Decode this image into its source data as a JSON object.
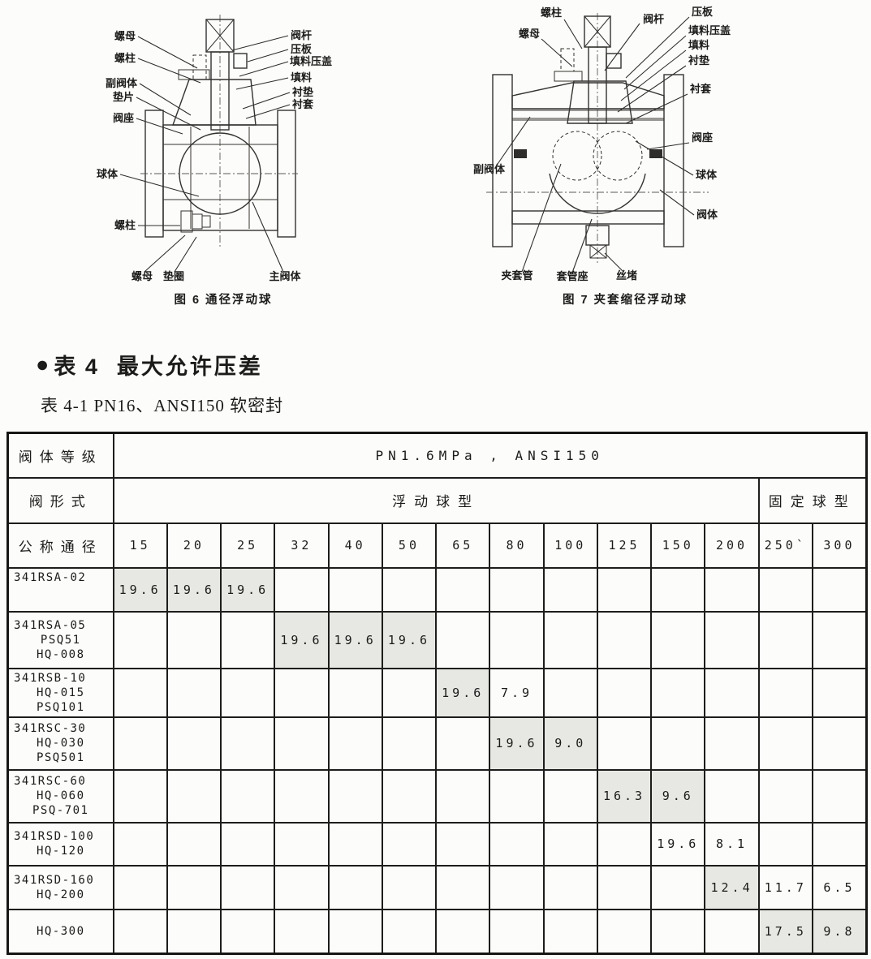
{
  "figure6": {
    "caption": "图 6  通径浮动球",
    "labels": {
      "nut_top": "螺母",
      "stud_top": "螺柱",
      "sub_body": "副阀体",
      "gasket": "垫片",
      "seat": "阀座",
      "ball": "球体",
      "stud_bottom": "螺柱",
      "nut_bottom": "螺母",
      "washer": "垫圈",
      "main_body": "主阀体",
      "stem": "阀杆",
      "plate": "压板",
      "packing_gland": "填料压盖",
      "packing": "填料",
      "liner_gasket": "衬垫",
      "liner_sleeve": "衬套"
    }
  },
  "figure7": {
    "caption": "图 7  夹套缩径浮动球",
    "labels": {
      "stud": "螺柱",
      "nut": "螺母",
      "stem": "阀杆",
      "plate": "压板",
      "packing_gland": "填料压盖",
      "packing": "填料",
      "liner_gasket": "衬垫",
      "liner_sleeve": "衬套",
      "seat": "阀座",
      "sub_body": "副阀体",
      "ball": "球体",
      "body": "阀体",
      "jacket_pipe": "夹套管",
      "sleeve_seat": "套管座",
      "plug": "丝堵"
    }
  },
  "section": {
    "bullet": "●",
    "table_no": "表 4",
    "title": "最大允许压差",
    "subtitle": "表 4-1 PN16、ANSI150 软密封"
  },
  "table": {
    "shade_color": "#e7e7e4",
    "header": {
      "col1_row1": "阀体等级",
      "pn_class": "PN1.6MPa , ANSI150",
      "col1_row2": "阀形式",
      "floating": "浮动球型",
      "fixed": "固定球型",
      "col1_row3": "公称通径",
      "dn": [
        "15",
        "20",
        "25",
        "32",
        "40",
        "50",
        "65",
        "80",
        "100",
        "125",
        "150",
        "200",
        "250`",
        "300"
      ]
    },
    "rows": [
      {
        "model": [
          "341RSA-02"
        ],
        "cells": [
          {
            "v": "19.6",
            "s": true
          },
          {
            "v": "19.6",
            "s": true
          },
          {
            "v": "19.6",
            "s": true
          },
          null,
          null,
          null,
          null,
          null,
          null,
          null,
          null,
          null,
          null,
          null
        ]
      },
      {
        "model": [
          "341RSA-05",
          "PSQ51",
          "HQ-008"
        ],
        "cells": [
          null,
          null,
          null,
          {
            "v": "19.6",
            "s": true
          },
          {
            "v": "19.6",
            "s": true
          },
          {
            "v": "19.6",
            "s": true
          },
          null,
          null,
          null,
          null,
          null,
          null,
          null,
          null
        ]
      },
      {
        "model": [
          "341RSB-10",
          "HQ-015",
          "PSQ101"
        ],
        "cells": [
          null,
          null,
          null,
          null,
          null,
          null,
          {
            "v": "19.6",
            "s": true
          },
          {
            "v": "7.9",
            "s": false
          },
          null,
          null,
          null,
          null,
          null,
          null
        ]
      },
      {
        "model": [
          "341RSC-30",
          "HQ-030",
          "PSQ501"
        ],
        "cells": [
          null,
          null,
          null,
          null,
          null,
          null,
          null,
          {
            "v": "19.6",
            "s": true
          },
          {
            "v": "9.0",
            "s": true
          },
          null,
          null,
          null,
          null,
          null
        ]
      },
      {
        "model": [
          "341RSC-60",
          "HQ-060",
          "PSQ-701"
        ],
        "cells": [
          null,
          null,
          null,
          null,
          null,
          null,
          null,
          null,
          null,
          {
            "v": "16.3",
            "s": true
          },
          {
            "v": "9.6",
            "s": true
          },
          null,
          null,
          null
        ]
      },
      {
        "model": [
          "341RSD-100",
          "HQ-120"
        ],
        "cells": [
          null,
          null,
          null,
          null,
          null,
          null,
          null,
          null,
          null,
          null,
          {
            "v": "19.6",
            "s": false
          },
          {
            "v": "8.1",
            "s": false
          },
          null,
          null
        ]
      },
      {
        "model": [
          "341RSD-160",
          "HQ-200"
        ],
        "cells": [
          null,
          null,
          null,
          null,
          null,
          null,
          null,
          null,
          null,
          null,
          null,
          {
            "v": "12.4",
            "s": true
          },
          {
            "v": "11.7",
            "s": false
          },
          {
            "v": "6.5",
            "s": false
          }
        ]
      },
      {
        "model": [
          "HQ-300"
        ],
        "cells": [
          null,
          null,
          null,
          null,
          null,
          null,
          null,
          null,
          null,
          null,
          null,
          null,
          {
            "v": "17.5",
            "s": true
          },
          {
            "v": "9.8",
            "s": true
          }
        ]
      }
    ]
  }
}
